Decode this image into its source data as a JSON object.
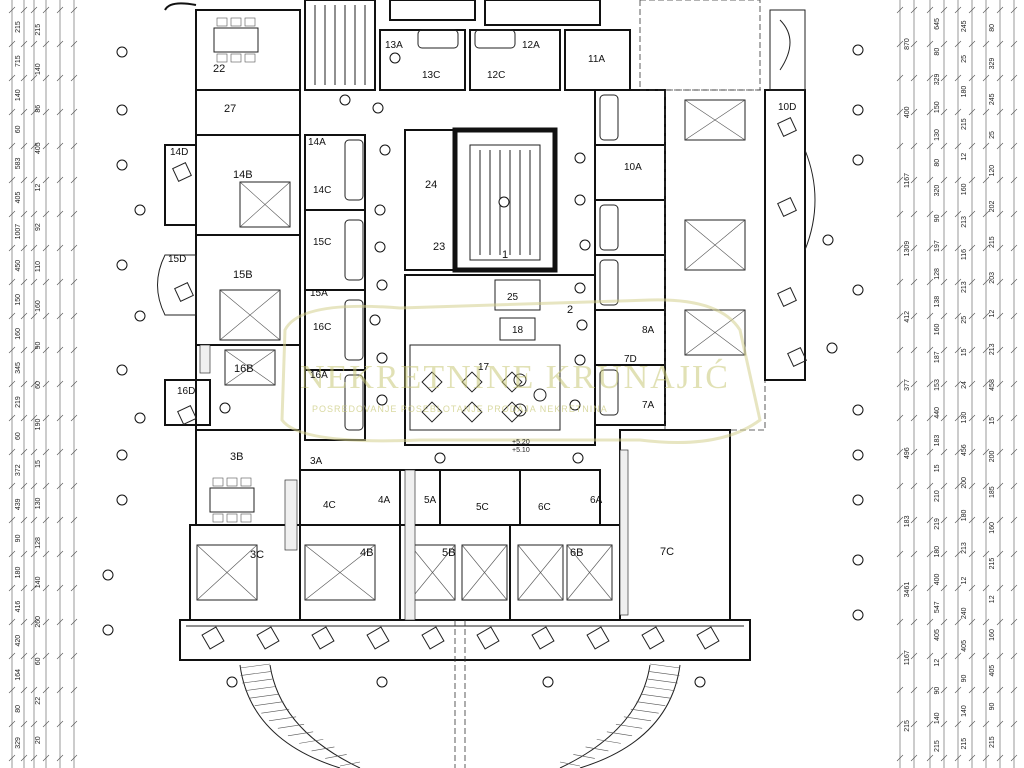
{
  "rooms": [
    {
      "id": "r22",
      "label": "22"
    },
    {
      "id": "r27",
      "label": "27"
    },
    {
      "id": "r14a",
      "label": "14A"
    },
    {
      "id": "r14b",
      "label": "14B"
    },
    {
      "id": "r14c",
      "label": "14C"
    },
    {
      "id": "r14d",
      "label": "14D"
    },
    {
      "id": "r15b",
      "label": "15B"
    },
    {
      "id": "r15c",
      "label": "15C"
    },
    {
      "id": "r15d",
      "label": "15D"
    },
    {
      "id": "r15a",
      "label": "15A"
    },
    {
      "id": "r16b",
      "label": "16B"
    },
    {
      "id": "r16c",
      "label": "16C"
    },
    {
      "id": "r16d",
      "label": "16D"
    },
    {
      "id": "r16a",
      "label": "16A"
    },
    {
      "id": "r3b",
      "label": "3B"
    },
    {
      "id": "r3a",
      "label": "3A"
    },
    {
      "id": "r3c",
      "label": "3C"
    },
    {
      "id": "r4b",
      "label": "4B"
    },
    {
      "id": "r4c",
      "label": "4C"
    },
    {
      "id": "r4a",
      "label": "4A"
    },
    {
      "id": "r5a",
      "label": "5A"
    },
    {
      "id": "r5b",
      "label": "5B"
    },
    {
      "id": "r5c",
      "label": "5C"
    },
    {
      "id": "r6a",
      "label": "6A"
    },
    {
      "id": "r6b",
      "label": "6B"
    },
    {
      "id": "r6c",
      "label": "6C"
    },
    {
      "id": "r7c",
      "label": "7C"
    },
    {
      "id": "r12a",
      "label": "12A"
    },
    {
      "id": "r12c",
      "label": "12C"
    },
    {
      "id": "r13a",
      "label": "13A"
    },
    {
      "id": "r13c",
      "label": "13C"
    },
    {
      "id": "r11a",
      "label": "11A"
    },
    {
      "id": "r10d",
      "label": "10D"
    },
    {
      "id": "r24",
      "label": "24"
    },
    {
      "id": "r23",
      "label": "23"
    },
    {
      "id": "r1",
      "label": "1"
    },
    {
      "id": "r2",
      "label": "2"
    },
    {
      "id": "r25",
      "label": "25"
    },
    {
      "id": "r18",
      "label": "18"
    },
    {
      "id": "r17",
      "label": "17"
    },
    {
      "id": "r10a",
      "label": "10A"
    },
    {
      "id": "r8a",
      "label": "8A"
    },
    {
      "id": "r7d",
      "label": "7D"
    },
    {
      "id": "r7a",
      "label": "7A"
    }
  ],
  "watermark": {
    "title": "NEKRETNINE KRUNAJIĆ",
    "subtitle": "POSREDOVANJE POSEBLOTANJE PRODAJA NEKRETNINA"
  },
  "level_marks": [
    "+5.20",
    "+5.10"
  ],
  "dims": {
    "left_outer": [
      "215",
      "715",
      "140",
      "60",
      "583",
      "405",
      "1007",
      "450",
      "150",
      "160",
      "345",
      "219",
      "60",
      "372",
      "439",
      "90",
      "180",
      "416",
      "420",
      "164",
      "80",
      "329"
    ],
    "left_inner": [
      "215",
      "140",
      "86",
      "405",
      "12",
      "92",
      "110",
      "160",
      "90",
      "60",
      "190",
      "15",
      "130",
      "128",
      "140",
      "260",
      "60",
      "22",
      "20"
    ],
    "right_a": [
      "870",
      "400",
      "1167",
      "1309",
      "412",
      "377",
      "496",
      "183",
      "3461",
      "1167",
      "215"
    ],
    "right_b": [
      "645",
      "80",
      "329",
      "150",
      "130",
      "80",
      "320",
      "90",
      "197",
      "128",
      "138",
      "160",
      "187",
      "153",
      "440",
      "183",
      "15",
      "210",
      "219",
      "180",
      "400",
      "547",
      "405",
      "12",
      "90",
      "140",
      "215"
    ],
    "right_c": [
      "245",
      "25",
      "180",
      "215",
      "12",
      "160",
      "213",
      "116",
      "213",
      "25",
      "15",
      "24",
      "130",
      "456",
      "200",
      "180",
      "213",
      "12",
      "240",
      "405",
      "90",
      "140",
      "215"
    ],
    "right_d": [
      "80",
      "329",
      "245",
      "25",
      "120",
      "202",
      "215",
      "203",
      "12",
      "213",
      "458",
      "15",
      "200",
      "185",
      "160",
      "215",
      "12",
      "160",
      "405",
      "90",
      "215"
    ]
  }
}
